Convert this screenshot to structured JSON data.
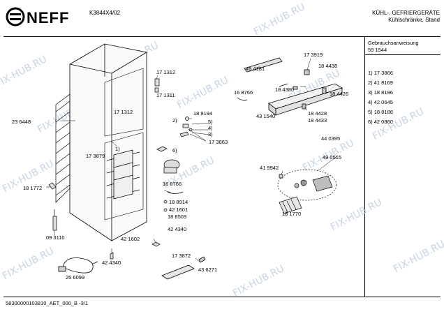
{
  "header": {
    "brand": "NEFF",
    "model": "K3844X4/02",
    "category": "KÜHL-, GEFRIERGERÄTE",
    "subcategory": "Kühlschränke, Stand"
  },
  "side_panel": {
    "title": "Gebrauchsanweisung",
    "code": "59 1544",
    "legend": [
      "1) 17 3866",
      "2) 41 8169",
      "3) 18 8196",
      "4) 42 0645",
      "5) 18 8188",
      "6) 42 0860"
    ]
  },
  "footer": {
    "text": "58300000103810_AET_000_B   -3/1"
  },
  "watermark": "FIX-HUB.RU",
  "parts": {
    "p236448": "23 6448",
    "p181772": "18 1772",
    "p093110": "09 3110",
    "p171312a": "17 1312",
    "p171311": "17 1311",
    "p171312b": "17 1312",
    "p173879": "17 3879",
    "c1": "1)",
    "c2": "2)",
    "c3": "3)",
    "c4": "4)",
    "c5": "5)",
    "c6": "6)",
    "p188194": "18 8194",
    "p173863": "17 3863",
    "p168766a": "16 8766",
    "p188914": "18 8914",
    "p421601": "42 1601",
    "p188503": "18 8503",
    "p424340a": "42 4340",
    "p421602": "42 1602",
    "p424340b": "42 4340",
    "p266099": "26 6099",
    "p173872": "17 3872",
    "p436271": "43 6271",
    "p494181": "49 4181",
    "p168766b": "16 8766",
    "p431540": "43 1540",
    "p173919": "17 3919",
    "p184438": "18 4438",
    "p184380": "18 4380",
    "p184426": "18 4426",
    "p184428": "18 4428",
    "p184433": "18 4433",
    "p440395": "44 0395",
    "p490515": "49 0515",
    "p419942": "41 9942",
    "p181770": "18 1770"
  }
}
